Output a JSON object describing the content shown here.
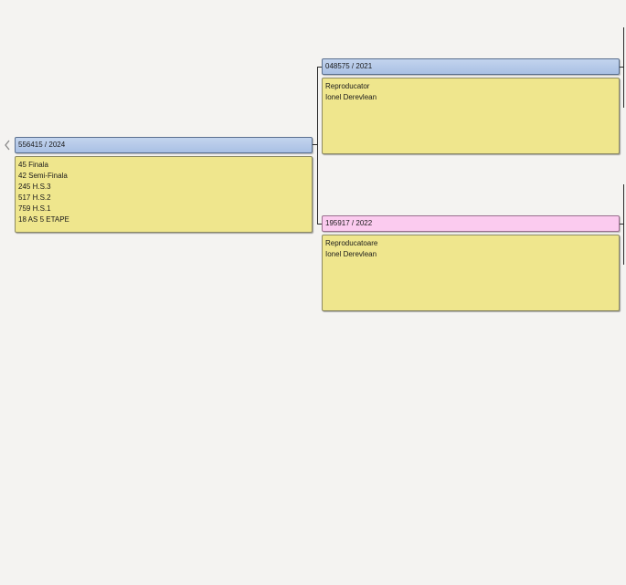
{
  "subject": {
    "header": "556415 / 2024",
    "results": [
      "45 Finala",
      "42 Semi-Finala",
      "245 H.S.3",
      "517 H.S.2",
      "759 H.S.1",
      "18 AS 5 ETAPE"
    ]
  },
  "sire": {
    "header": "048575 / 2021",
    "lines": [
      "Reproducator",
      "Ionel Derevlean"
    ]
  },
  "dam": {
    "header": "195917 / 2022",
    "lines": [
      "Reproducatoare",
      "Ionel Derevlean"
    ]
  },
  "icons": {
    "back": "chevron-left-icon"
  },
  "colors": {
    "background": "#f4f3f1",
    "male_header": "#b6cae9",
    "female_header": "#fbcbef",
    "body": "#efe68d"
  }
}
